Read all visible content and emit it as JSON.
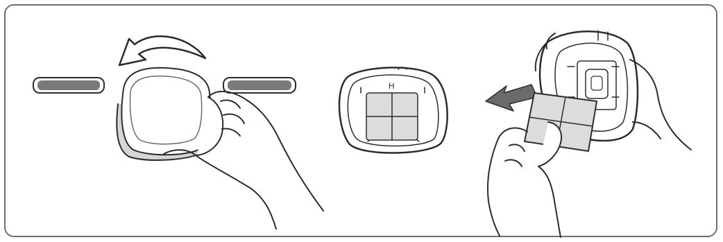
{
  "figure": {
    "panels": [
      {
        "id": "twist-off-cover",
        "caption": ""
      },
      {
        "id": "filter-in-housing",
        "caption": ""
      },
      {
        "id": "pull-out-filter",
        "caption": ""
      }
    ],
    "colors": {
      "stroke": "#2b2b2b",
      "frame": "#6e6e6e",
      "filter_fill": "#dcdcdc",
      "arrow_fill": "#6b6b6b",
      "slot_fill": "#7a7a7a"
    },
    "icons": [
      "rotate-arrow-icon",
      "pull-direction-arrow-icon"
    ]
  }
}
